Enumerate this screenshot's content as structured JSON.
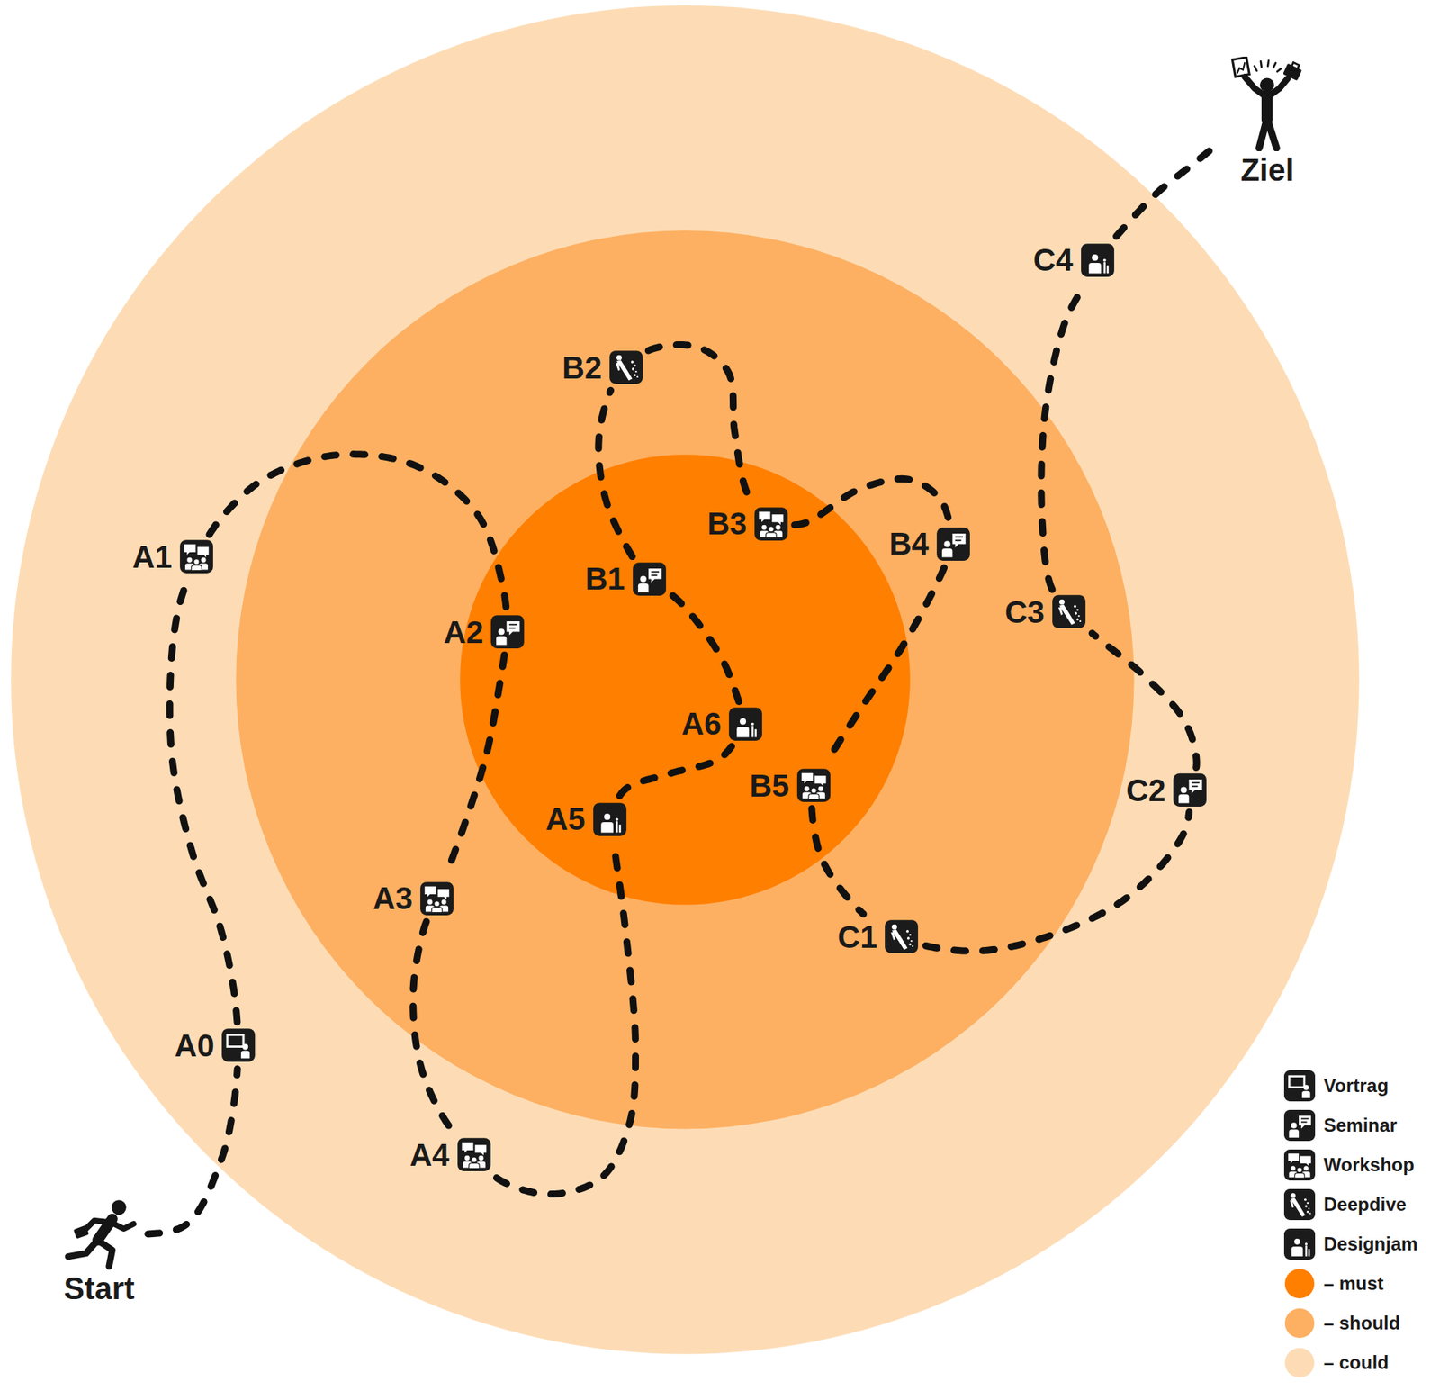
{
  "diagram": {
    "nodes": [
      {
        "text": [
          "Start"
        ]
      },
      {
        "text": [
          "A0"
        ]
      },
      {
        "text": [
          "A1"
        ]
      },
      {
        "text": [
          "A2"
        ]
      },
      {
        "text": [
          "A3"
        ]
      },
      {
        "text": [
          "A4"
        ]
      },
      {
        "text": [
          "A5"
        ]
      },
      {
        "text": [
          "A6"
        ]
      },
      {
        "text": [
          "B1"
        ]
      },
      {
        "text": [
          "B2"
        ]
      },
      {
        "text": [
          "B3"
        ]
      },
      {
        "text": [
          "B4"
        ]
      },
      {
        "text": [
          "B5"
        ]
      },
      {
        "text": [
          "C1"
        ]
      },
      {
        "text": [
          "C2"
        ]
      },
      {
        "text": [
          "C3"
        ]
      },
      {
        "text": [
          "C4"
        ]
      },
      {
        "text": [
          "Ziel"
        ]
      }
    ],
    "edges": [
      {
        "from": 0,
        "to": 1,
        "arrow": "none"
      },
      {
        "from": 1,
        "to": 2,
        "arrow": "none"
      },
      {
        "from": 2,
        "to": 3,
        "arrow": "none"
      },
      {
        "from": 3,
        "to": 4,
        "arrow": "none"
      },
      {
        "from": 4,
        "to": 5,
        "arrow": "none"
      },
      {
        "from": 5,
        "to": 6,
        "arrow": "none"
      },
      {
        "from": 6,
        "to": 7,
        "arrow": "none"
      },
      {
        "from": 7,
        "to": 8,
        "arrow": "none"
      },
      {
        "from": 8,
        "to": 9,
        "arrow": "none"
      },
      {
        "from": 9,
        "to": 10,
        "arrow": "none"
      },
      {
        "from": 10,
        "to": 11,
        "arrow": "none"
      },
      {
        "from": 11,
        "to": 12,
        "arrow": "none"
      },
      {
        "from": 12,
        "to": 13,
        "arrow": "none"
      },
      {
        "from": 13,
        "to": 14,
        "arrow": "none"
      },
      {
        "from": 14,
        "to": 15,
        "arrow": "none"
      },
      {
        "from": 15,
        "to": 16,
        "arrow": "none"
      },
      {
        "from": 16,
        "to": 17,
        "arrow": "none"
      }
    ],
    "legend": [
      {
        "text": "Vortrag"
      },
      {
        "text": "Seminar"
      },
      {
        "text": "Workshop"
      },
      {
        "text": "Deepdive"
      },
      {
        "text": "Designjam"
      },
      {
        "text": "– must",
        "color": "#FF7F00"
      },
      {
        "text": "– should",
        "color": "#FDB062"
      },
      {
        "text": "– could",
        "color": "#FDDCB5"
      }
    ]
  }
}
